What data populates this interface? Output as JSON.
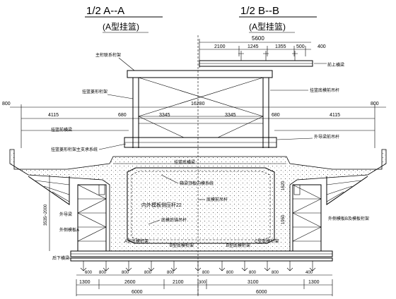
{
  "titles": {
    "left": "1/2 A--A",
    "left_sub": "(A型挂篮)",
    "right": "1/2 B--B",
    "right_sub": "(A型挂篮)"
  },
  "dimensions": {
    "top_5600": "5600",
    "top_2100": "2100",
    "top_1245": "1245",
    "top_1355": "1355",
    "top_500": "500",
    "top_400": "400",
    "span_16280": "16280",
    "side_800_left": "800",
    "side_800_right": "800",
    "left_4115": "4115",
    "right_4115": "4115",
    "d_680_left": "680",
    "d_3345_left": "3345",
    "d_3345_right": "3345",
    "d_680_right": "680",
    "d_1620": "1620",
    "d_1950": "1950",
    "d_3535": "3535~2000",
    "bottom_1300_left": "1300",
    "bottom_2600": "2600",
    "bottom_2100": "2100",
    "bottom_300": "300",
    "bottom_3100": "3100",
    "bottom_1300_right": "1300",
    "bottom_6000_left": "6000",
    "bottom_6000_right": "6000",
    "b_600": "600",
    "b_800_1": "800",
    "b_800_2": "800",
    "b_800_3": "800",
    "b_800_4": "800",
    "b_800_5": "800",
    "b_800_6": "800",
    "b_800_7": "800",
    "b_800_8": "800",
    "b_400": "400"
  },
  "labels": {
    "vertical_truss": "主桁联系桁架",
    "truss_diag": "挂篮菱形桁架",
    "top_cross": "前上横梁",
    "front_hanger": "挂篮底模前吊杆",
    "outer_rail": "外导梁前吊杆",
    "guide_left": "挂篮前横梁",
    "anchor": "挂篮菱形桁架主支承系统",
    "bottom_frame": "挂篮底横梁",
    "inner_top": "箱梁顶板内模系统",
    "inner_frame": "内外模板侧压杆22",
    "bottom_hanger": "底模前吊杆",
    "rear_bolt": "底模后锚吊杆",
    "outer_guide": "外导梁",
    "outer_frame": "外侧模板A",
    "a_node_left": "A型底模桁架",
    "a_node_mid": "B型底模桁架",
    "b_node": "B型底模桁架",
    "c_node": "C型底模桁架",
    "rear_beam": "后下横梁",
    "right_frame": "外侧模板B及模板桁架"
  }
}
